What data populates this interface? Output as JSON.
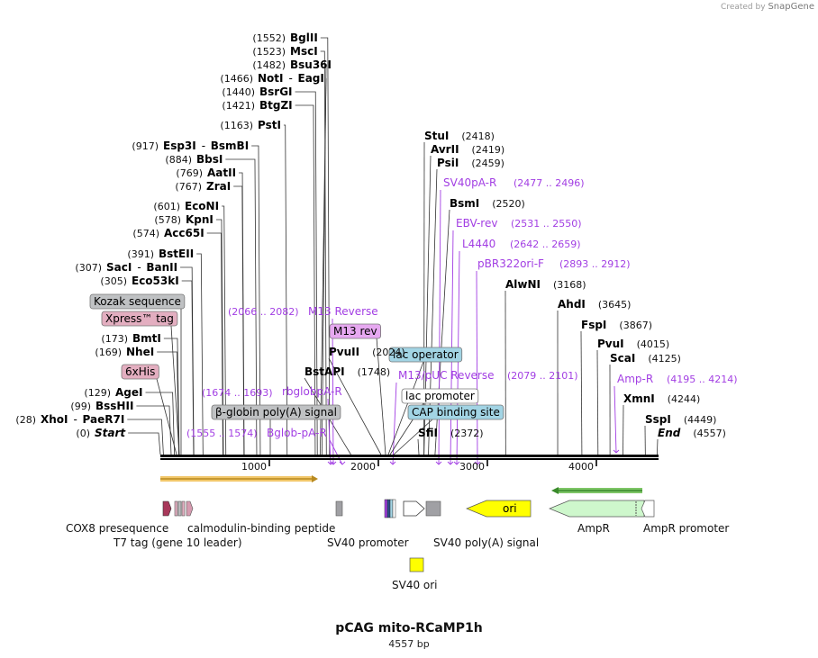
{
  "credit": {
    "prefix": "Created by",
    "brand": "SnapGene"
  },
  "title": "pCAG mito-RCaMP1h",
  "subtitle": "4557 bp",
  "plasmid": {
    "length_bp": 4557,
    "ruler_ticks": [
      "1000",
      "2000",
      "3000",
      "4000"
    ]
  },
  "left_sites": [
    {
      "pos": "(1552)",
      "name": "BglII",
      "at": 1552
    },
    {
      "pos": "(1523)",
      "name": "MscI",
      "at": 1523
    },
    {
      "pos": "(1482)",
      "name": "Bsu36I",
      "at": 1482
    },
    {
      "pos": "(1466)",
      "name": "NotI",
      "name2": "EagI",
      "at": 1466
    },
    {
      "pos": "(1440)",
      "name": "BsrGI",
      "at": 1440
    },
    {
      "pos": "(1421)",
      "name": "BtgZI",
      "at": 1421
    },
    {
      "pos": "(1163)",
      "name": "PstI",
      "at": 1163
    },
    {
      "pos": "(917)",
      "name": "Esp3I",
      "name2": "BsmBI",
      "at": 917
    },
    {
      "pos": "(884)",
      "name": "BbsI",
      "at": 884
    },
    {
      "pos": "(769)",
      "name": "AatII",
      "at": 769
    },
    {
      "pos": "(767)",
      "name": "ZraI",
      "at": 767
    },
    {
      "pos": "(601)",
      "name": "EcoNI",
      "at": 601
    },
    {
      "pos": "(578)",
      "name": "KpnI",
      "at": 578
    },
    {
      "pos": "(574)",
      "name": "Acc65I",
      "at": 574
    },
    {
      "pos": "(391)",
      "name": "BstEII",
      "at": 391
    },
    {
      "pos": "(307)",
      "name": "SacI",
      "name2": "BanII",
      "at": 307
    },
    {
      "pos": "(305)",
      "name": "Eco53kI",
      "at": 305
    },
    {
      "pos": "(173)",
      "name": "BmtI",
      "at": 173
    },
    {
      "pos": "(169)",
      "name": "NheI",
      "at": 169
    },
    {
      "pos": "(129)",
      "name": "AgeI",
      "at": 129
    },
    {
      "pos": "(99)",
      "name": "BssHII",
      "at": 99
    },
    {
      "pos": "(28)",
      "name": "XhoI",
      "name2": "PaeR7I",
      "at": 28
    },
    {
      "pos": "(0)",
      "name": "Start",
      "italic": true,
      "at": 0
    }
  ],
  "right_sites": [
    {
      "pos": "(2418)",
      "name": "StuI",
      "at": 2418
    },
    {
      "pos": "(2419)",
      "name": "AvrII",
      "at": 2419
    },
    {
      "pos": "(2459)",
      "name": "PsiI",
      "at": 2459
    },
    {
      "pos": "(2520)",
      "name": "BsmI",
      "at": 2520
    },
    {
      "pos": "(3168)",
      "name": "AlwNI",
      "at": 3168
    },
    {
      "pos": "(3645)",
      "name": "AhdI",
      "at": 3645
    },
    {
      "pos": "(3867)",
      "name": "FspI",
      "at": 3867
    },
    {
      "pos": "(4015)",
      "name": "PvuI",
      "at": 4015
    },
    {
      "pos": "(4125)",
      "name": "ScaI",
      "at": 4125
    },
    {
      "pos": "(4244)",
      "name": "XmnI",
      "at": 4244
    },
    {
      "pos": "(4449)",
      "name": "SspI",
      "at": 4449
    },
    {
      "pos": "(4557)",
      "name": "End",
      "italic": true,
      "at": 4557
    },
    {
      "pos": "(2372)",
      "name": "SfiI",
      "at": 2372
    },
    {
      "pos": "(2024)",
      "name": "PvuII",
      "at": 2024
    },
    {
      "pos": "(1748)",
      "name": "BstAPI",
      "at": 1748
    }
  ],
  "primers": [
    {
      "name": "SV40pA-R",
      "range": "(2477 .. 2496)"
    },
    {
      "name": "EBV-rev",
      "range": "(2531 .. 2550)"
    },
    {
      "name": "L4440",
      "range": "(2642 .. 2659)"
    },
    {
      "name": "pBR322ori-F",
      "range": "(2893 .. 2912)"
    },
    {
      "name": "M13 Reverse",
      "range": "(2066 .. 2082)"
    },
    {
      "name": "M13/pUC Reverse",
      "range": "(2079 .. 2101)"
    },
    {
      "name": "rbglobpA-R",
      "range": "(1674 .. 1693)"
    },
    {
      "name": "Bglob-pA-R",
      "range": "(1555 .. 1574)"
    },
    {
      "name": "Amp-R",
      "range": "(4195 .. 4214)"
    }
  ],
  "boxed_features": [
    {
      "name": "Kozak sequence",
      "color": "#bfc1c3"
    },
    {
      "name": "Xpress™ tag",
      "color": "#e3aec0"
    },
    {
      "name": "6xHis",
      "color": "#e3aec0"
    },
    {
      "name": "β-globin poly(A) signal",
      "color": "#bfc1c3"
    },
    {
      "name": "M13 rev",
      "color": "#e6a8f0"
    },
    {
      "name": "lac operator",
      "color": "#a2d4e4"
    },
    {
      "name": "lac promoter",
      "color": "#ffffff"
    },
    {
      "name": "CAP binding site",
      "color": "#a2d4e4"
    }
  ],
  "track_labels": {
    "cox8": "COX8 presequence",
    "calmodulin": "calmodulin-binding peptide",
    "t7": "T7 tag (gene 10 leader)",
    "sv40_promoter": "SV40 promoter",
    "sv40_polya": "SV40 poly(A) signal",
    "sv40_ori": "SV40 ori",
    "ori": "ori",
    "ampr": "AmpR",
    "ampr_promoter": "AmpR promoter"
  },
  "colors": {
    "enzyme": "#000000",
    "primer": "#a23ee3",
    "ori": "#ffff00",
    "ampr": "#cef7cc",
    "ampr_arrow": "#3a8a2b",
    "orf_arrow": "#c9a040",
    "cox8": "#a8385a",
    "sv40_ori": "#ffff00"
  }
}
